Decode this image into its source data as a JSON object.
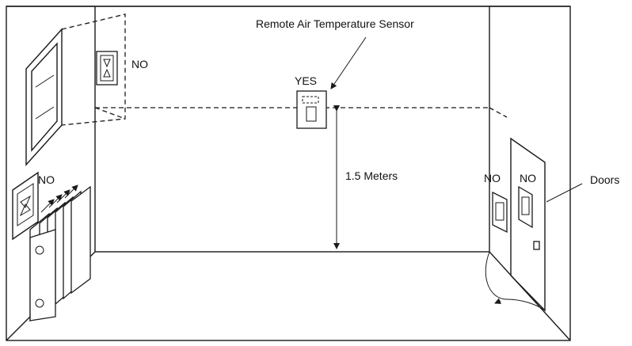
{
  "labels": {
    "remote_sensor": "Remote Air Temperature Sensor",
    "yes": "YES",
    "no_window": "NO",
    "no_radiator": "NO",
    "no_door_left": "NO",
    "no_door_right": "NO",
    "height": "1.5 Meters",
    "doors": "Doors"
  }
}
